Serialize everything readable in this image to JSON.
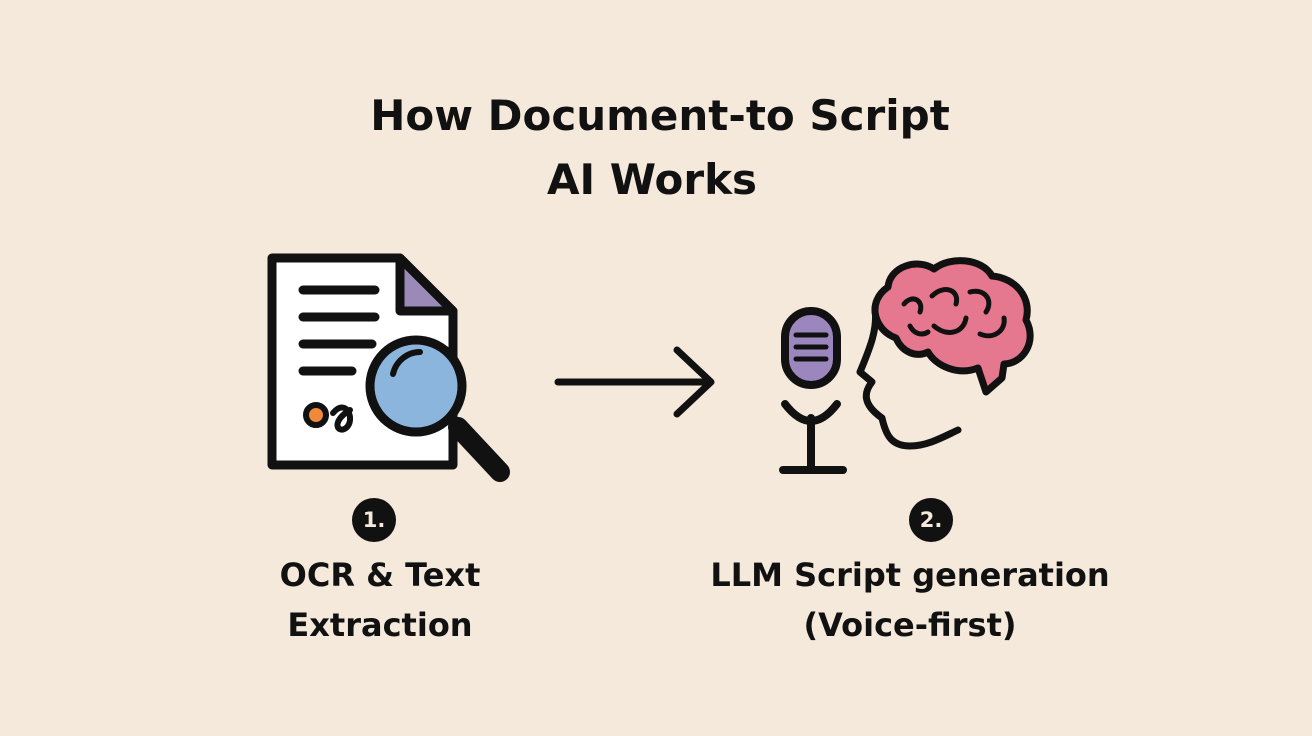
{
  "title": {
    "line1": "How Document-to Script",
    "line2": "AI Works"
  },
  "steps": [
    {
      "number": "1.",
      "label_line1": "OCR & Text",
      "label_line2": "Extraction",
      "icon": "document-magnifier-icon"
    },
    {
      "number": "2.",
      "label_line1": "LLM Script generation",
      "label_line2": "(Voice-first)",
      "icon": "microphone-brain-head-icon"
    }
  ],
  "connector": "right-arrow-icon",
  "colors": {
    "background": "#f4e9db",
    "ink": "#111111",
    "page": "#ffffff",
    "fold": "#9b8ab8",
    "lens": "#8bb5dc",
    "dot": "#ee8a3a",
    "mic_head": "#9b86bd",
    "brain": "#e5788e"
  }
}
